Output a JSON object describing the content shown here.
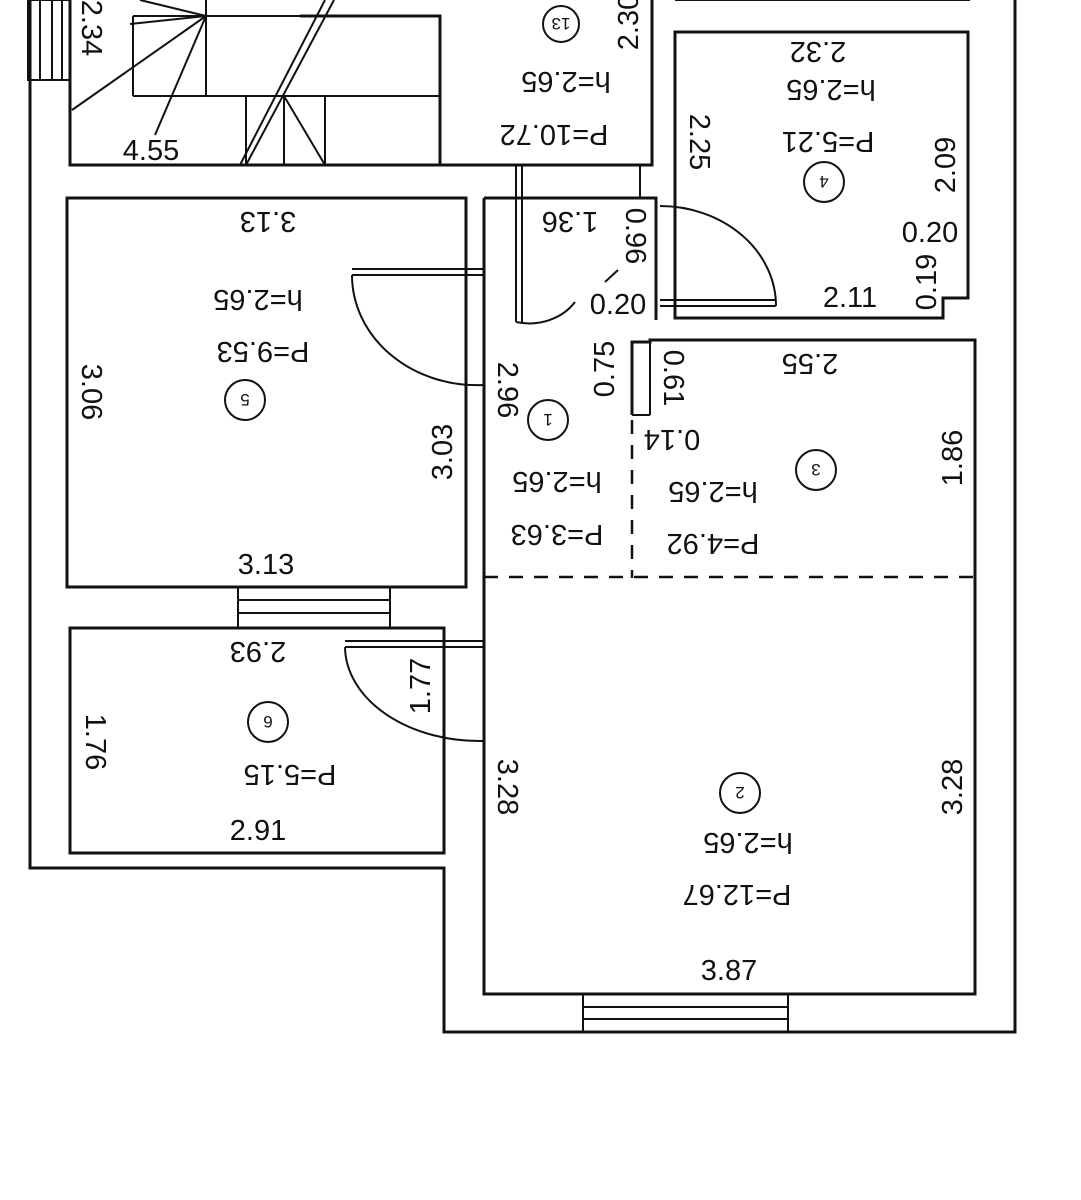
{
  "rooms": {
    "r13": {
      "number": "13",
      "area": "P=10.72",
      "height": "h=2.65",
      "dims": [
        "2.30",
        "4.55"
      ]
    },
    "r4": {
      "number": "4",
      "area": "P=5.21",
      "height": "h=2.65",
      "dims": [
        "2.32",
        "2.25",
        "2.09",
        "0.20",
        "0.19",
        "2.11"
      ]
    },
    "r5": {
      "number": "5",
      "area": "P=9.53",
      "height": "h=2.65",
      "dims": [
        "3.13",
        "3.06",
        "3.03",
        "3.13"
      ]
    },
    "r1": {
      "number": "1",
      "area": "P=3.63",
      "height": "h=2.65",
      "dims": [
        "1.36",
        "0.96",
        "0.20",
        "0.75",
        "2.96"
      ]
    },
    "r3": {
      "number": "3",
      "area": "P=4.92",
      "height": "h=2.65",
      "dims": [
        "2.55",
        "0.61",
        "0.14",
        "1.86"
      ]
    },
    "r6": {
      "number": "6",
      "area": "P=5.15",
      "dims": [
        "2.93",
        "1.76",
        "1.77",
        "2.91"
      ]
    },
    "r2": {
      "number": "2",
      "area": "P=12.67",
      "height": "h=2.65",
      "dims": [
        "3.28",
        "3.28",
        "3.87"
      ]
    }
  },
  "stair": {
    "label": "2.34"
  }
}
